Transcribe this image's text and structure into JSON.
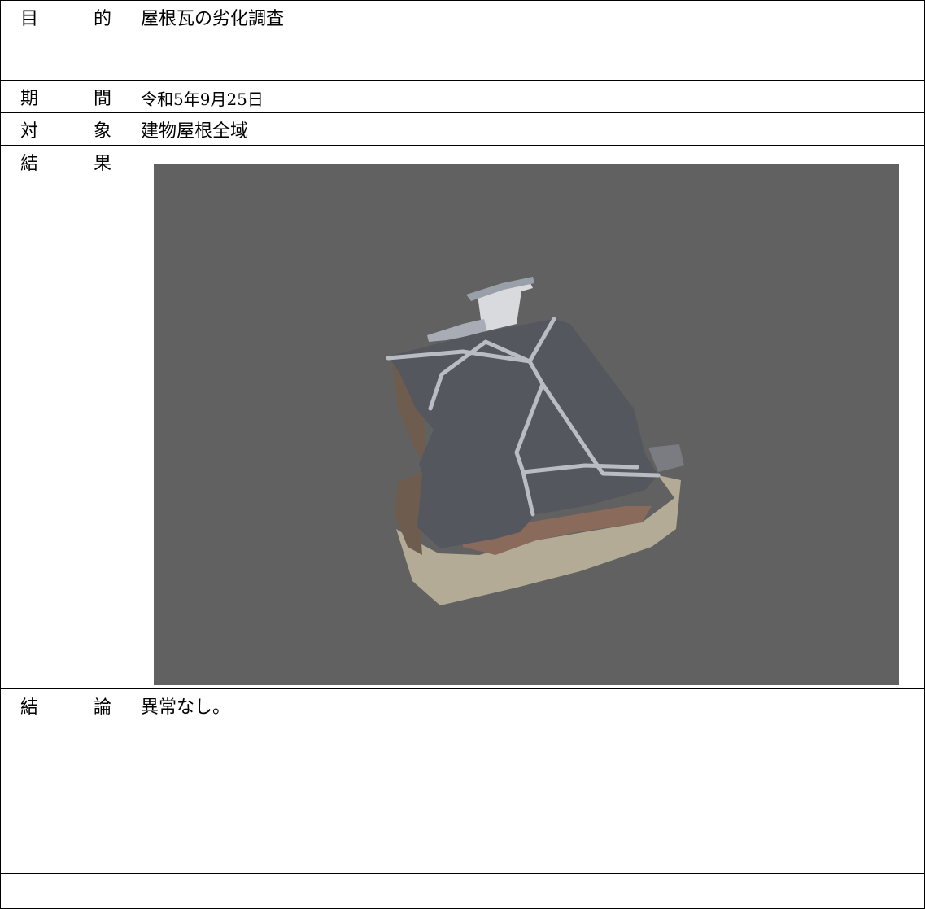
{
  "rows": [
    {
      "label_chars": [
        "目",
        "的"
      ],
      "value": "屋根瓦の劣化調査"
    },
    {
      "label_chars": [
        "期",
        "間"
      ],
      "value": "令和5年9月25日"
    },
    {
      "label_chars": [
        "対",
        "象"
      ],
      "value": "建物屋根全域"
    },
    {
      "label_chars": [
        "結",
        "果"
      ],
      "value": ""
    },
    {
      "label_chars": [
        "結",
        "論"
      ],
      "value": "異常なし。"
    },
    {
      "label_chars": [
        "",
        ""
      ],
      "value": ""
    }
  ],
  "photo": {
    "subject": "roof-3d-model",
    "background_color": "#616161",
    "roof_color": "#55575e",
    "ridge_color": "#b9bcc3",
    "ground_color": "#b3ab96"
  }
}
